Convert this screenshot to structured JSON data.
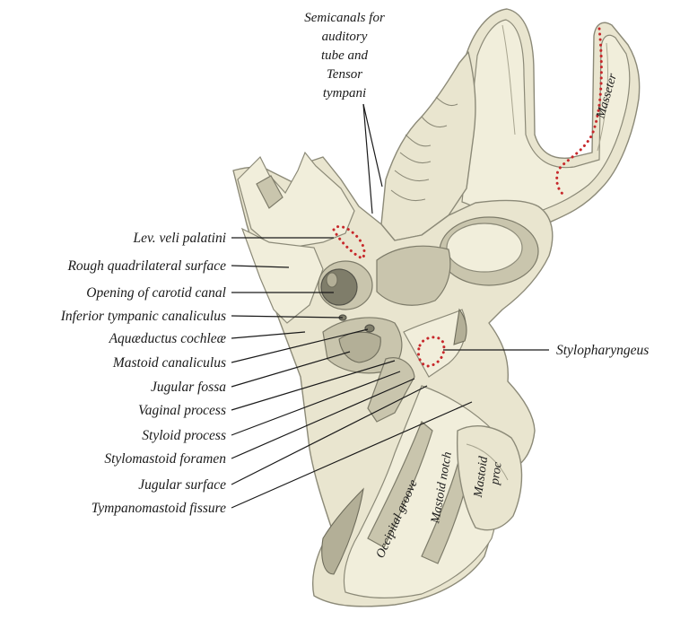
{
  "labels": {
    "top": [
      "Semicanals for",
      "auditory",
      "tube and",
      "Tensor",
      "tympani"
    ],
    "left": [
      "Lev. veli palatini",
      "Rough quadrilateral surface",
      "Opening of carotid canal",
      "Inferior tympanic canaliculus",
      "Aquæductus cochleæ",
      "Mastoid canaliculus",
      "Jugular fossa",
      "Vaginal process",
      "Styloid process",
      "Stylomastoid foramen",
      "Jugular surface",
      "Tympanomastoid fissure"
    ],
    "right": "Stylopharyngeus",
    "on_bone": {
      "masseter": "Masseter",
      "occipital_groove": "Occipital groove",
      "mastoid_notch": "Mastoid notch",
      "mastoid_proc": [
        "Mastoid",
        "proc"
      ]
    }
  },
  "colors": {
    "bone": "#e9e5cf",
    "attachment": "#c7282b",
    "text": "#1a1a1a"
  }
}
